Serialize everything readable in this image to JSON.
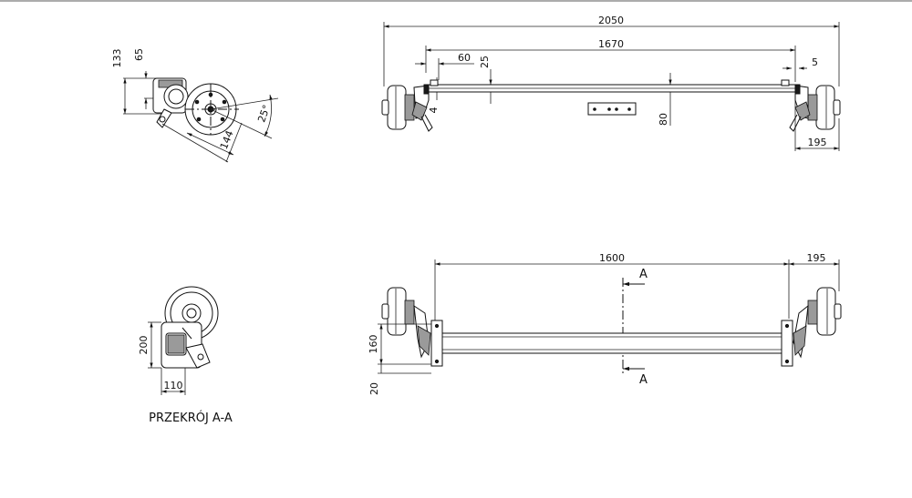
{
  "top_view": {
    "overall_width": "2050",
    "inner_width": "1670",
    "offset_60": "60",
    "offset_25": "25",
    "offset_5": "5",
    "offset_4": "4",
    "height_80": "80",
    "hub_195": "195"
  },
  "side_view": {
    "height_133": "133",
    "height_65": "65",
    "angle": "25°",
    "length_144": "144"
  },
  "bottom_view": {
    "width_1600": "1600",
    "hub_195": "195",
    "height_160": "160",
    "offset_20": "20",
    "section_mark_top": "A",
    "section_mark_bottom": "A"
  },
  "section_view": {
    "height_200": "200",
    "width_110": "110",
    "title": "PRZEKRÓJ A-A"
  }
}
